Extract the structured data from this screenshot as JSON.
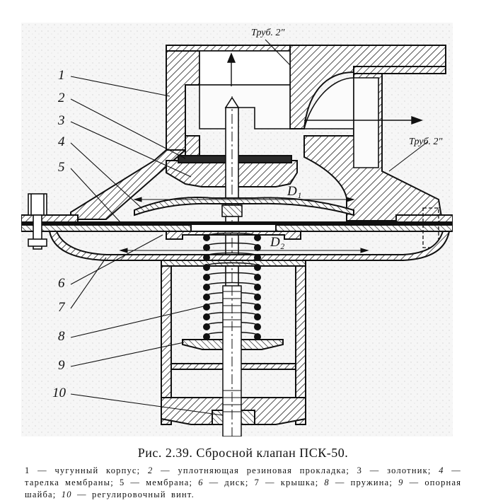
{
  "figure": {
    "labels": {
      "pipe_top": "Труб. 2\"",
      "pipe_side": "Труб. 2\"",
      "d1": "D₁",
      "d2": "D₂",
      "n1": "1",
      "n2": "2",
      "n3": "3",
      "n4": "4",
      "n5": "5",
      "n6": "6",
      "n7": "7",
      "n8": "8",
      "n9": "9",
      "n10": "10"
    }
  },
  "caption": {
    "title": "Рис. 2.39. Сбросной клапан ПСК-50.",
    "legend": [
      {
        "num": "1",
        "text": "чугунный корпус;"
      },
      {
        "num": "2",
        "text": "уплотняющая резиновая прокладка;"
      },
      {
        "num": "3",
        "text": "золотник;"
      },
      {
        "num": "4",
        "text": "тарелка мембраны;"
      },
      {
        "num": "5",
        "text": "мембрана;"
      },
      {
        "num": "6",
        "text": "диск;"
      },
      {
        "num": "7",
        "text": "крышка;"
      },
      {
        "num": "8",
        "text": "пружина;"
      },
      {
        "num": "9",
        "text": "опорная шайба;"
      },
      {
        "num": "10",
        "text": "регулировочный винт."
      }
    ],
    "dash": "—"
  }
}
